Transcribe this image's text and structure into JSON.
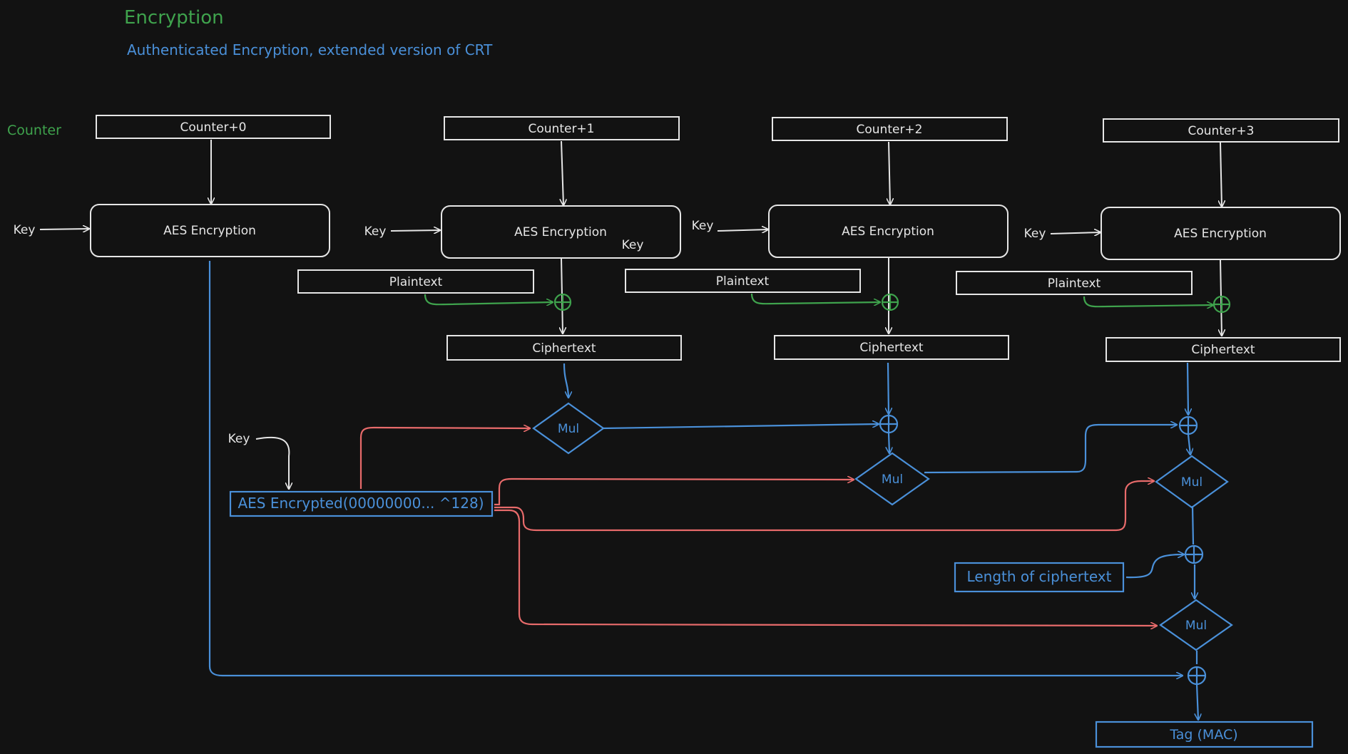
{
  "header": {
    "title": "Encryption",
    "subtitle": "Authenticated Encryption, extended version of CRT"
  },
  "side_label": "Counter",
  "columns": [
    {
      "counter": "Counter+0",
      "aes": "AES Encryption",
      "key": "Key"
    },
    {
      "counter": "Counter+1",
      "aes": "AES Encryption",
      "key": "Key",
      "plaintext": "Plaintext",
      "ciphertext": "Ciphertext",
      "stray_key": "Key"
    },
    {
      "counter": "Counter+2",
      "aes": "AES Encryption",
      "key": "Key",
      "plaintext": "Plaintext",
      "ciphertext": "Ciphertext"
    },
    {
      "counter": "Counter+3",
      "aes": "AES Encryption",
      "key": "Key",
      "plaintext": "Plaintext",
      "ciphertext": "Ciphertext"
    }
  ],
  "hash": {
    "key": "Key",
    "h_box": "AES Encrypted(00000000... ^128)",
    "mul": "Mul",
    "length_box": "Length of ciphertext",
    "tag": "Tag (MAC)"
  },
  "colors": {
    "background": "#121212",
    "stroke": "#e6e6e6",
    "green": "#3fa34d",
    "blue": "#4a90d9",
    "red": "#e86b6b"
  }
}
